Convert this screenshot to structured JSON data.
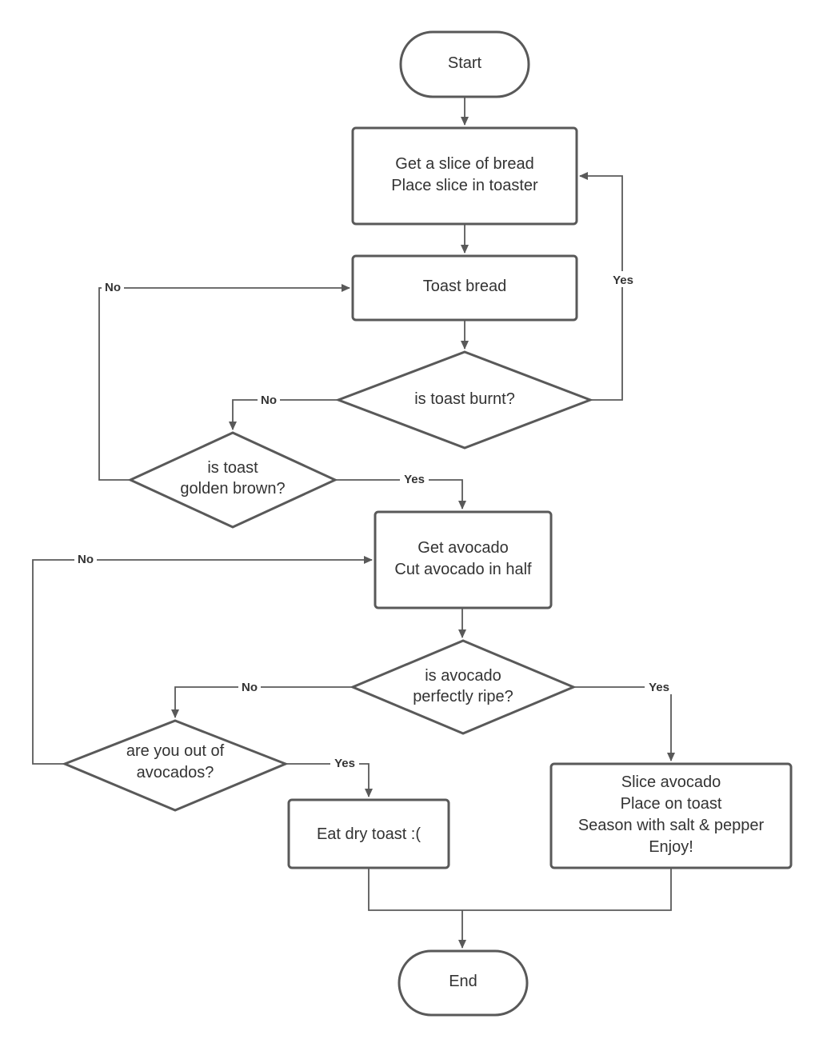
{
  "diagram": {
    "nodes": {
      "start": {
        "line1": "Start"
      },
      "get_bread": {
        "line1": "Get a slice of bread",
        "line2": "Place slice in toaster"
      },
      "toast_bread": {
        "line1": "Toast bread"
      },
      "is_burnt": {
        "line1": "is toast burnt?"
      },
      "is_golden": {
        "line1": "is toast",
        "line2": "golden brown?"
      },
      "get_avocado": {
        "line1": "Get avocado",
        "line2": "Cut avocado in half"
      },
      "is_ripe": {
        "line1": "is avocado",
        "line2": "perfectly ripe?"
      },
      "out_of_avocados": {
        "line1": "are you out of",
        "line2": "avocados?"
      },
      "eat_dry": {
        "line1": "Eat dry toast :("
      },
      "slice_avocado": {
        "line1": "Slice avocado",
        "line2": "Place on toast",
        "line3": "Season with salt & pepper",
        "line4": "Enjoy!"
      },
      "end": {
        "line1": "End"
      }
    },
    "edge_labels": {
      "burnt_yes": "Yes",
      "burnt_no": "No",
      "golden_no": "No",
      "golden_yes": "Yes",
      "ripe_no": "No",
      "ripe_yes": "Yes",
      "out_no": "No",
      "out_yes": "Yes"
    },
    "colors": {
      "stroke": "#595959",
      "text": "#333333",
      "background": "#ffffff"
    }
  }
}
